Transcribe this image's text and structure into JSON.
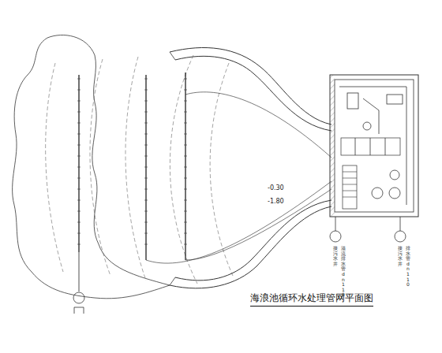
{
  "diagram": {
    "title": "海浪池循环水处理管网平面图",
    "labels": [
      "-0.30",
      "-1.80",
      "溢流排水管dn110",
      "接污水井",
      "排水管dn110",
      "接污水井"
    ]
  }
}
